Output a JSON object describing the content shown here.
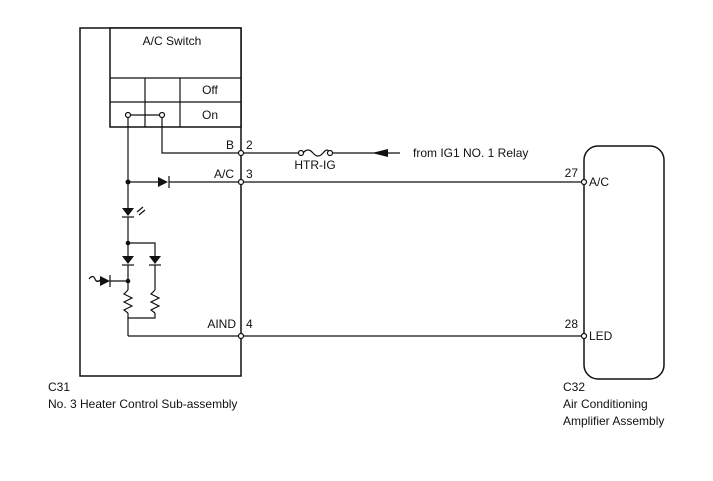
{
  "switch": {
    "title": "A/C Switch",
    "off_label": "Off",
    "on_label": "On"
  },
  "c31": {
    "code": "C31",
    "name": "No. 3 Heater Control Sub-assembly",
    "pins": [
      {
        "label": "B",
        "num": "2"
      },
      {
        "label": "A/C",
        "num": "3"
      },
      {
        "label": "AIND",
        "num": "4"
      }
    ]
  },
  "fuse": {
    "label": "HTR-IG"
  },
  "relay_source": {
    "label": "from IG1 NO. 1 Relay"
  },
  "c32": {
    "code": "C32",
    "name_line1": "Air Conditioning",
    "name_line2": "Amplifier Assembly",
    "pins": [
      {
        "label": "A/C",
        "num": "27"
      },
      {
        "label": "LED",
        "num": "28"
      }
    ]
  }
}
